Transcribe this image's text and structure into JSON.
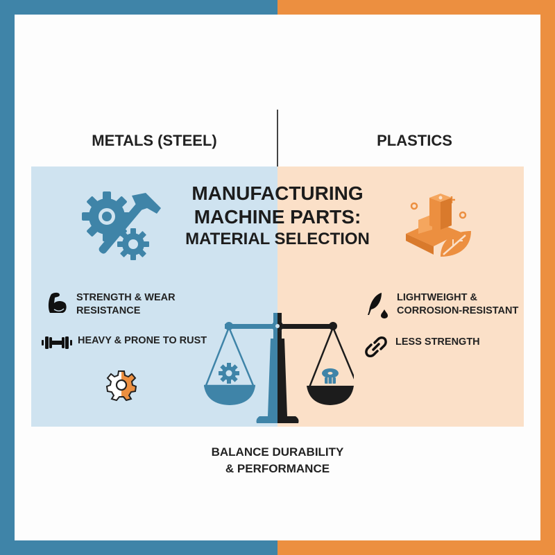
{
  "colors": {
    "metals_accent": "#3f84a8",
    "plastics_accent": "#ec8f40",
    "metals_panel": "#cfe3f0",
    "plastics_panel": "#fbe0c8",
    "text": "#222222"
  },
  "title": {
    "line1": "MANUFACTURING",
    "line2": "MACHINE PARTS:",
    "line3": "MATERIAL SELECTION"
  },
  "metals": {
    "heading": "METALS (STEEL)",
    "main_icon": "gears-hammer-icon",
    "features": [
      {
        "icon": "flexed-bicep-icon",
        "text": "STRENGTH & WEAR RESISTANCE"
      },
      {
        "icon": "dumbbell-icon",
        "text": "HEAVY & PRONE TO RUST"
      }
    ],
    "extra_icon": "half-orange-gear-icon"
  },
  "plastics": {
    "heading": "PLASTICS",
    "main_icon": "plastic-part-leaf-icon",
    "features": [
      {
        "icon": "feather-drop-icon",
        "text": "LIGHTWEIGHT & CORROSION-RESISTANT"
      },
      {
        "icon": "chain-link-icon",
        "text": "LESS STRENGTH"
      }
    ]
  },
  "center": {
    "icon": "balance-scale-icon",
    "left_pan_icon": "gear-icon",
    "right_pan_icon": "nut-icon"
  },
  "footer": {
    "line1": "BALANCE DURABILITY",
    "line2": "& PERFORMANCE"
  }
}
